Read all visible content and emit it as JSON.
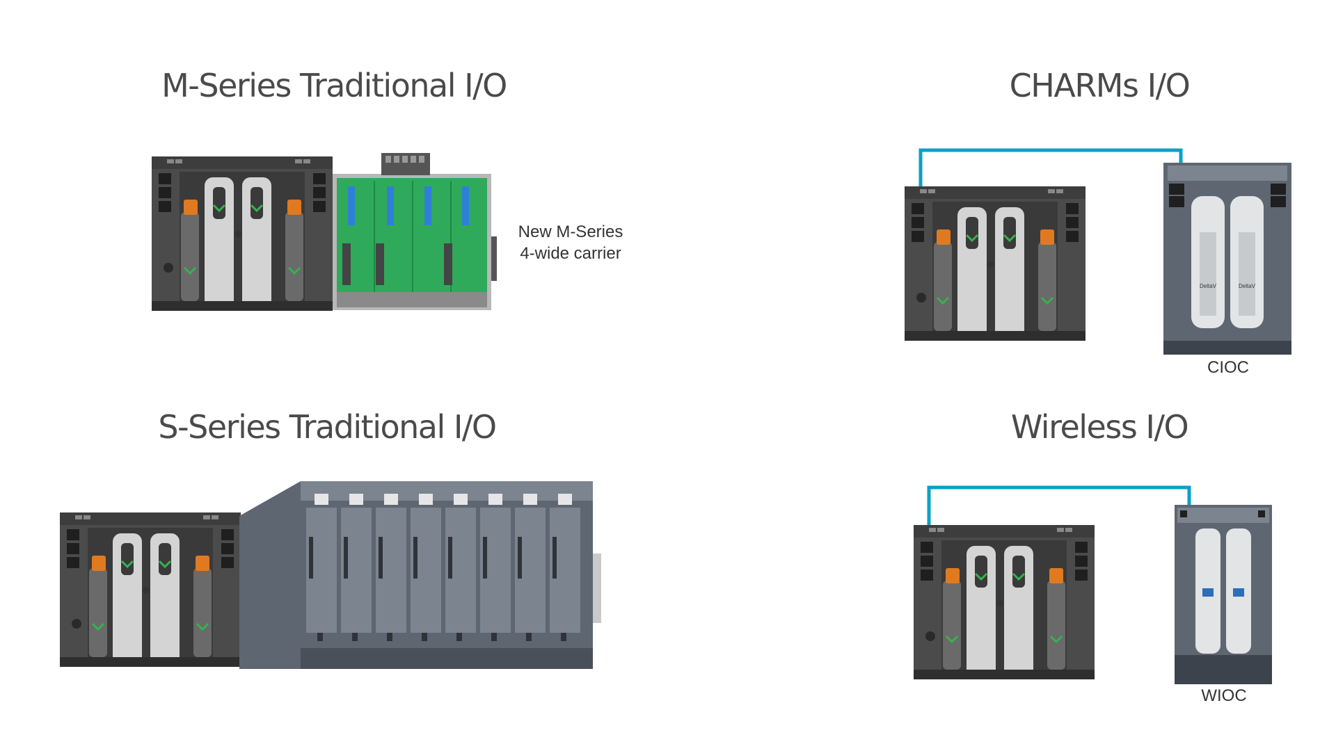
{
  "sections": {
    "m_series": {
      "title": "M-Series Traditional I/O",
      "carrier_label_line1": "New M-Series",
      "carrier_label_line2": "4-wide carrier"
    },
    "charms": {
      "title": "CHARMs I/O",
      "device_label": "CIOC",
      "brand_mark": "DeltaV"
    },
    "s_series": {
      "title": "S-Series Traditional I/O"
    },
    "wireless": {
      "title": "Wireless I/O",
      "device_label": "WIOC"
    }
  },
  "colors": {
    "controller_body": "#4b4b4b",
    "controller_dark": "#2e2e2e",
    "module_light": "#d2d2d2",
    "orange_latch": "#e07a20",
    "green_led": "#37b24d",
    "pcb_green": "#2faa5a",
    "cable_blue": "#0aa0c8",
    "sseries_body": "#5e6672"
  },
  "icons": [
    "controller-module-icon",
    "carrier-board-icon",
    "cioc-unit-icon",
    "wioc-unit-icon",
    "s-series-carrier-icon",
    "ethernet-cable-icon"
  ]
}
